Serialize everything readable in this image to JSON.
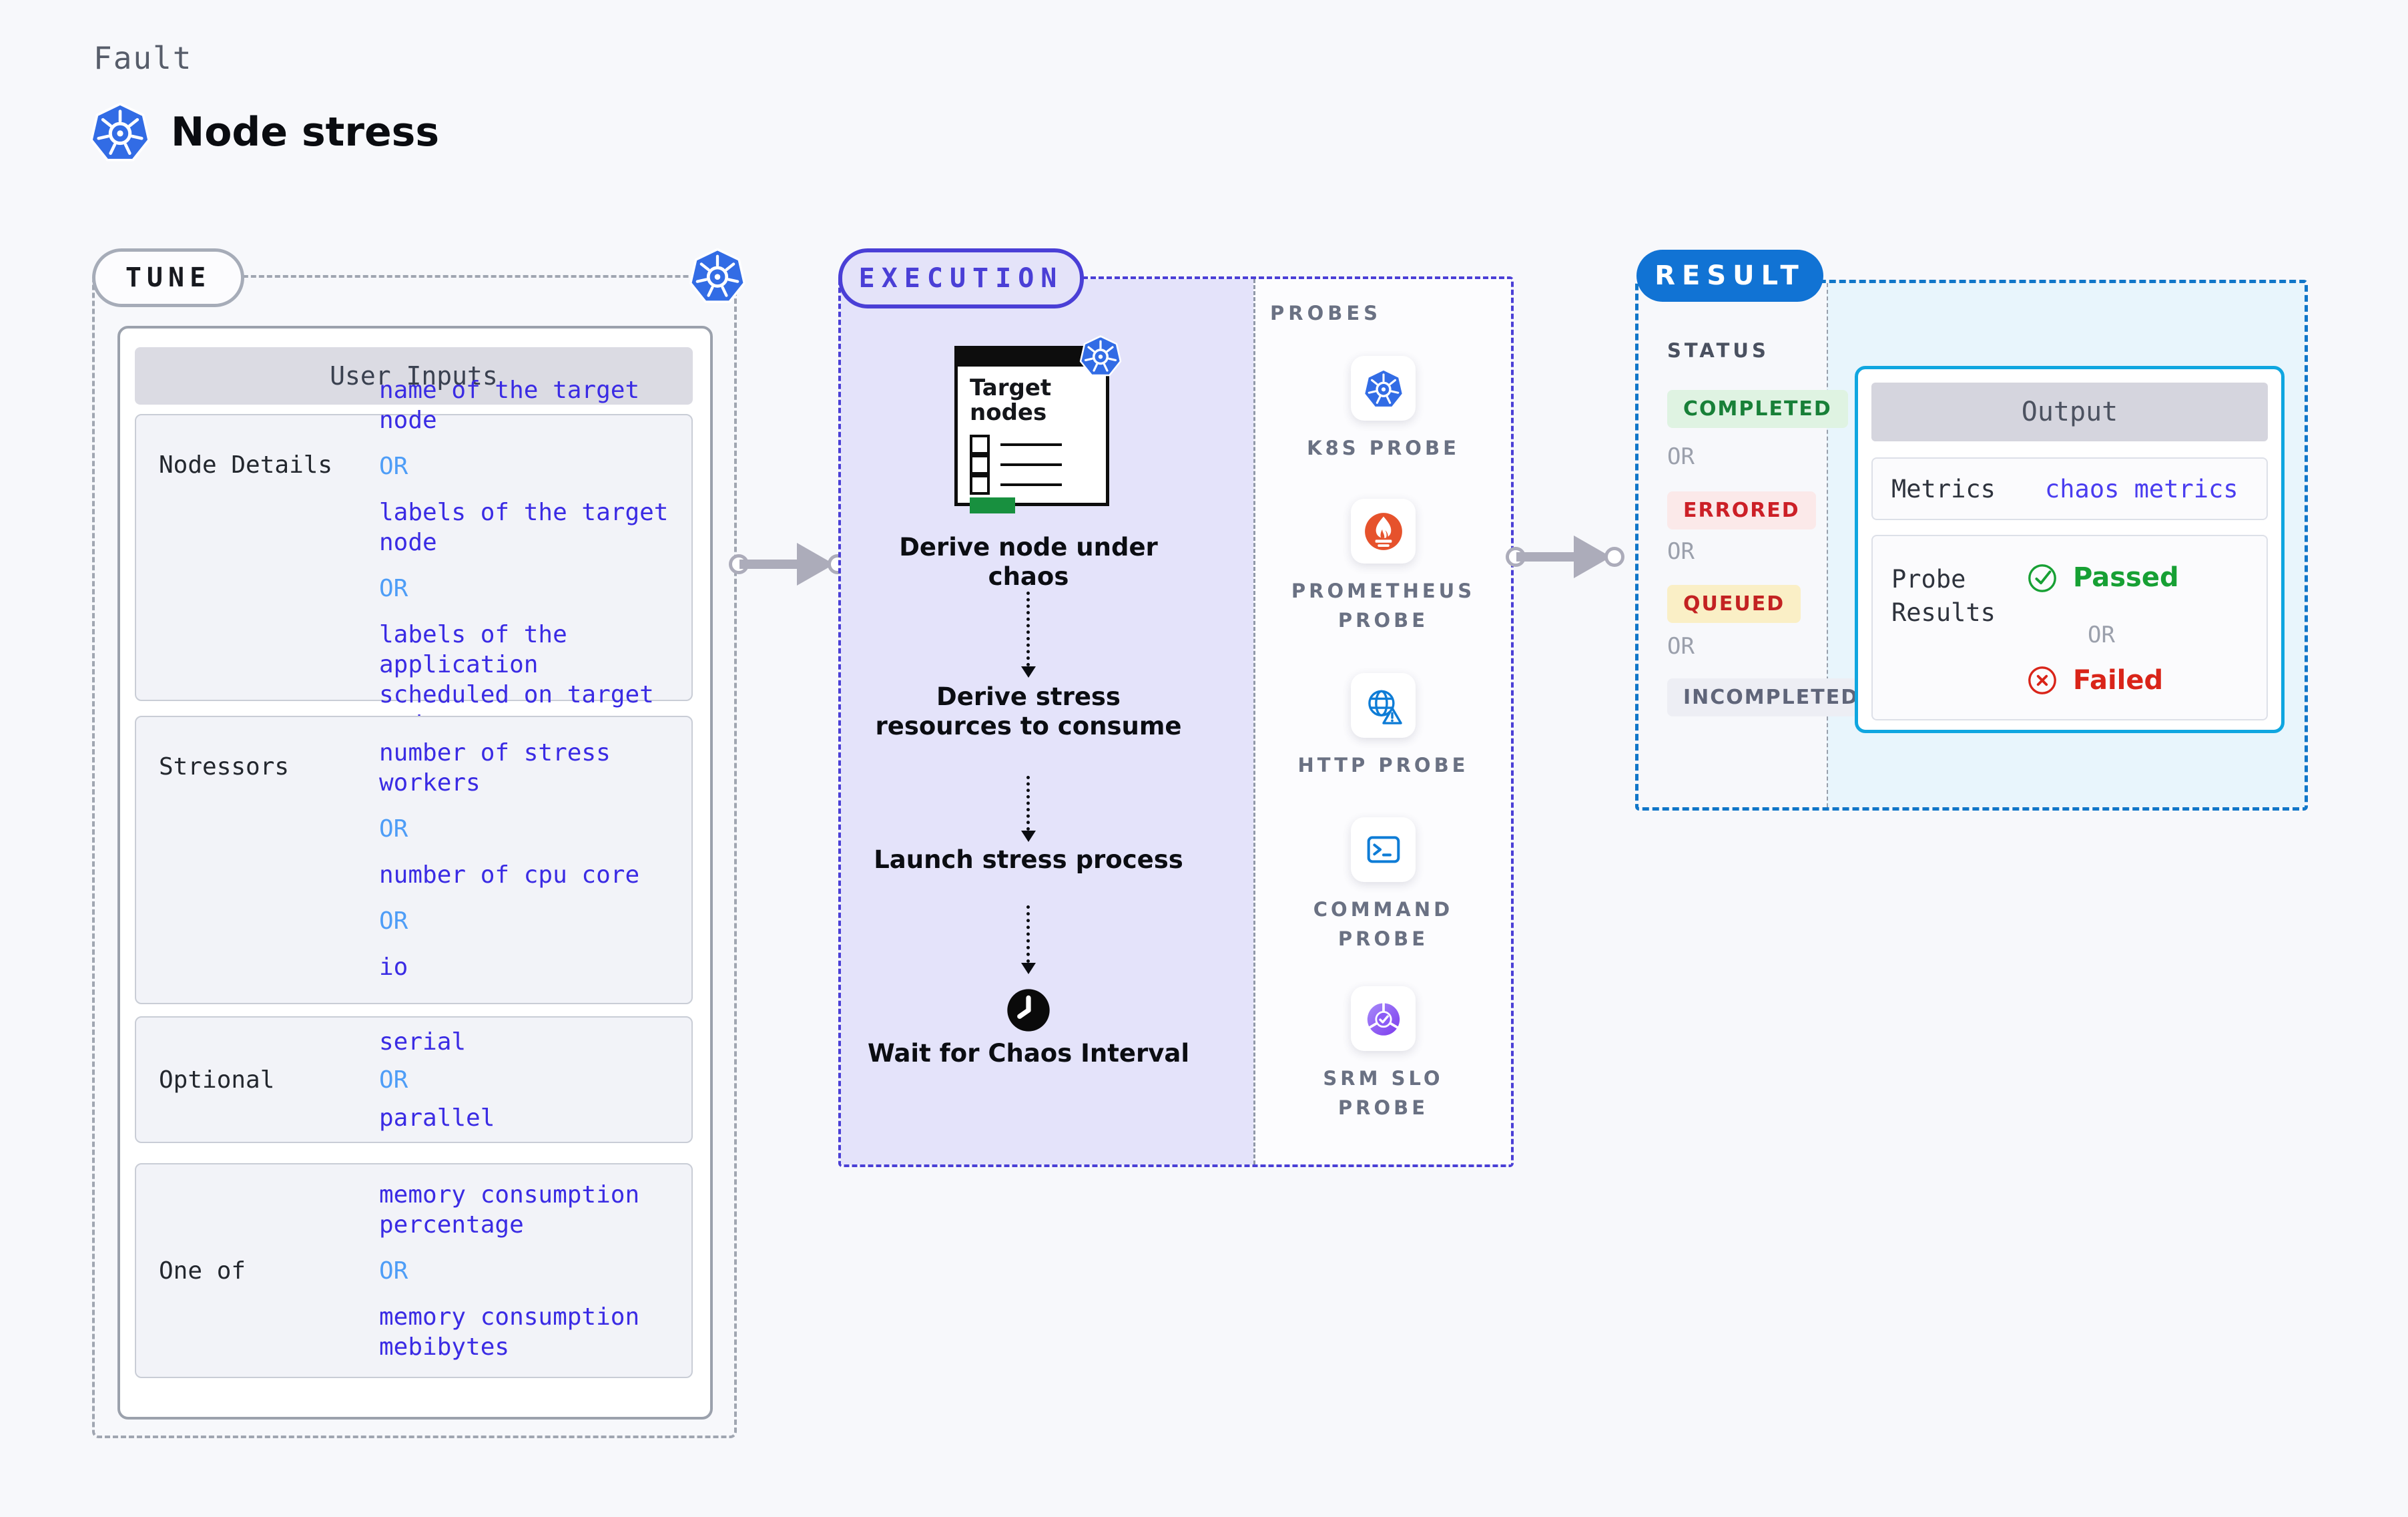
{
  "header": {
    "eyebrow": "Fault",
    "title": "Node stress"
  },
  "tune": {
    "badge": "TUNE",
    "card_title": "User Inputs",
    "or_label": "OR",
    "rows": [
      {
        "label": "Node Details",
        "options": [
          "name of the target node",
          "labels of the target node",
          "labels of the application scheduled on target node"
        ]
      },
      {
        "label": "Stressors",
        "options": [
          "number of stress workers",
          "number of cpu core",
          "io"
        ]
      },
      {
        "label": "Optional",
        "options": [
          "serial",
          "parallel"
        ]
      },
      {
        "label": "One of",
        "options": [
          "memory consumption percentage",
          "memory consumption mebibytes"
        ]
      }
    ]
  },
  "execution": {
    "badge": "EXECUTION",
    "target_card_title": "Target nodes",
    "steps": [
      "Derive node under chaos",
      "Derive stress resources to consume",
      "Launch stress process",
      "Wait for Chaos Interval"
    ]
  },
  "probes": {
    "title": "PROBES",
    "items": [
      {
        "icon": "kubernetes-icon",
        "label": "K8S PROBE"
      },
      {
        "icon": "prometheus-icon",
        "label": "PROMETHEUS PROBE"
      },
      {
        "icon": "http-globe-icon",
        "label": "HTTP PROBE"
      },
      {
        "icon": "terminal-icon",
        "label": "COMMAND PROBE"
      },
      {
        "icon": "slo-pie-icon",
        "label": "SRM SLO PROBE"
      }
    ]
  },
  "result": {
    "badge": "RESULT",
    "status_title": "STATUS",
    "or_label": "OR",
    "statuses": [
      {
        "label": "COMPLETED",
        "fg": "#188038",
        "bg": "#DFF3E2"
      },
      {
        "label": "ERRORED",
        "fg": "#CC2027",
        "bg": "#FBE9E9"
      },
      {
        "label": "QUEUED",
        "fg": "#C32222",
        "bg": "#FAEFC6"
      },
      {
        "label": "INCOMPLETED",
        "fg": "#5F6579",
        "bg": "#EDEEF4"
      }
    ],
    "output": {
      "title": "Output",
      "metrics_label": "Metrics",
      "metrics_value": "chaos metrics",
      "probe_results_label": "Probe Results",
      "passed_label": "Passed",
      "failed_label": "Failed"
    }
  },
  "colors": {
    "accent_indigo": "#4A3FD6",
    "accent_blue": "#1076C8",
    "accent_cyan": "#0FA6E0",
    "kubernetes_blue": "#326CE5",
    "prometheus_orange": "#E6522C",
    "value_blue": "#3A2BE4",
    "or_blue": "#4E9DF7",
    "passed_green": "#17A034",
    "failed_red": "#D92419"
  }
}
